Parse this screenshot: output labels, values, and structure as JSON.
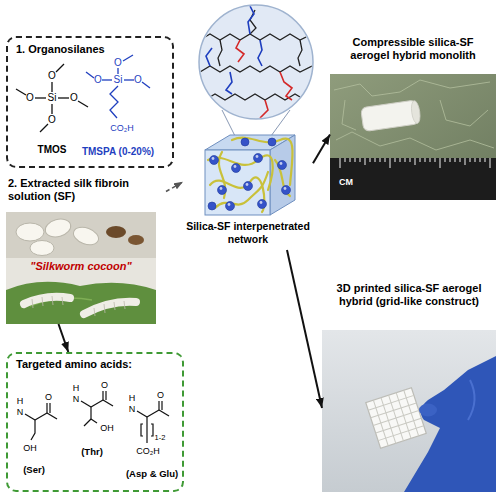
{
  "diagram": {
    "nodes": [
      {
        "text": [
          "1. Organosilanes"
        ]
      },
      {
        "text": [
          "Compressible silica-SF aerogel hybrid monolith"
        ]
      },
      {
        "text": [
          "Silica-SF interpenetrated network"
        ]
      },
      {
        "text": [
          "2. Extracted silk fibroin solution (SF)"
        ]
      },
      {
        "text": [
          "\"Silkworm cocoon\""
        ]
      },
      {
        "text": [
          "3D printed silica-SF aerogel hybrid (grid-like construct)"
        ]
      },
      {
        "text": [
          "Targeted amino acids:"
        ]
      }
    ],
    "edges": [
      {
        "from": 3,
        "to": 2,
        "arrow": "to"
      },
      {
        "from": 2,
        "to": 1,
        "arrow": "to"
      },
      {
        "from": 2,
        "to": 5,
        "arrow": "to"
      },
      {
        "from": 4,
        "to": 6,
        "arrow": "to"
      }
    ],
    "labels": [
      "TMOS",
      "TMSPA (0-20%)",
      "O",
      "O",
      "Si",
      "O",
      "O",
      "O",
      "O",
      "Si",
      "O",
      "CO₂H",
      "CM",
      "H",
      "N",
      "O",
      "OH",
      "(Ser)",
      "H",
      "N",
      "O",
      "OH",
      "(Thr)",
      "H",
      "N",
      "O",
      "CO₂H",
      "1-2",
      "(Asp & Glu)"
    ]
  }
}
